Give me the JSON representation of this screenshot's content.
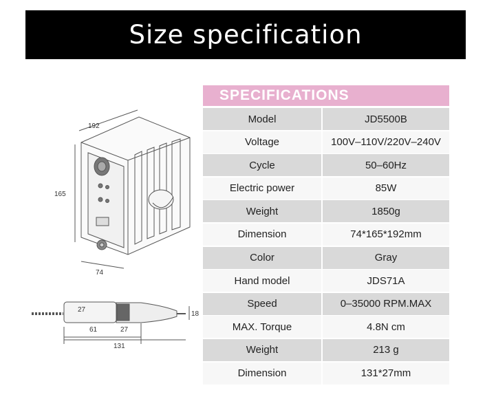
{
  "banner": {
    "title": "Size specification"
  },
  "specs": {
    "header": "SPECIFICATIONS",
    "rows": [
      {
        "label": "Model",
        "value": "JD5500B"
      },
      {
        "label": "Voltage",
        "value": "100V–110V/220V–240V"
      },
      {
        "label": "Cycle",
        "value": "50–60Hz"
      },
      {
        "label": "Electric power",
        "value": "85W"
      },
      {
        "label": "Weight",
        "value": "1850g"
      },
      {
        "label": "Dimension",
        "value": "74*165*192mm"
      },
      {
        "label": "Color",
        "value": "Gray"
      },
      {
        "label": "Hand model",
        "value": "JDS71A"
      },
      {
        "label": "Speed",
        "value": "0–35000 RPM.MAX"
      },
      {
        "label": "MAX. Torque",
        "value": "4.8N cm"
      },
      {
        "label": "Weight",
        "value": "213 g"
      },
      {
        "label": "Dimension",
        "value": "131*27mm"
      }
    ]
  },
  "drawing": {
    "unit_width": "192",
    "unit_height": "165",
    "unit_depth": "74",
    "handpiece_diameter": "27",
    "handpiece_tip": "18",
    "handpiece_body": "61",
    "handpiece_nose": "27",
    "handpiece_length": "131"
  }
}
